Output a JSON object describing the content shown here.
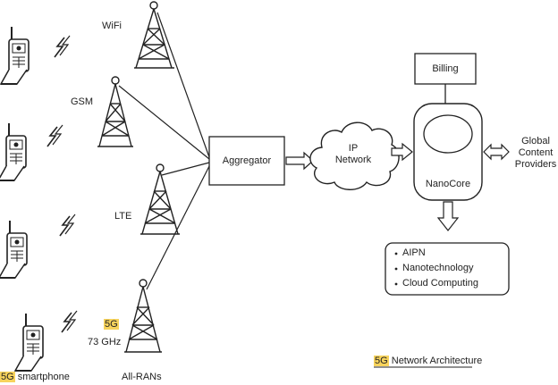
{
  "towers": {
    "wifi": "WiFi",
    "gsm": "GSM",
    "lte": "LTE",
    "band_5g": "5G",
    "freq": "73 GHz",
    "all_rans": "All-RANs"
  },
  "devices": {
    "highlight": "5G",
    "label": "smartphone"
  },
  "core": {
    "aggregator": "Aggregator",
    "ip_line1": "IP",
    "ip_line2": "Network",
    "billing": "Billing",
    "nanocore": "NanoCore",
    "providers_line1": "Global",
    "providers_line2": "Content",
    "providers_line3": "Providers"
  },
  "services": [
    "AIPN",
    "Nanotechnology",
    "Cloud Computing"
  ],
  "caption": {
    "highlight": "5G",
    "text": "Network Architecture"
  }
}
